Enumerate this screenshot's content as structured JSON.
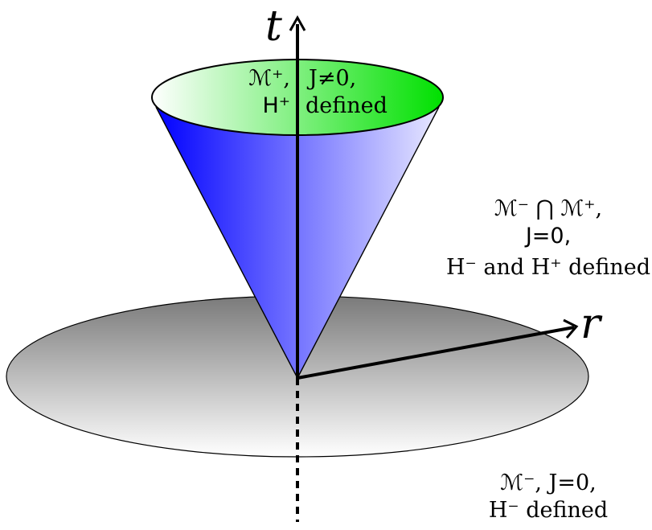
{
  "axes": {
    "t": "t",
    "r": "r"
  },
  "cone_top": {
    "left_line1": "ℳ⁺,",
    "left_line2": "H⁺",
    "right_line1": "J≠0,",
    "right_line2": "defined"
  },
  "boundary_label": {
    "line1": "ℳ⁻ ⋂ ℳ⁺,",
    "line2": "J=0,",
    "line3": "H⁻ and H⁺ defined"
  },
  "exterior_label": {
    "line1": "ℳ⁻, J=0,",
    "line2": "H⁻ defined"
  },
  "colors": {
    "cone_dark": "#0000ff",
    "cone_light": "#e8e8ff",
    "top_light": "#ffffff",
    "top_green": "#00e000",
    "disk_dark": "#7a7a7a",
    "disk_light": "#ffffff"
  }
}
